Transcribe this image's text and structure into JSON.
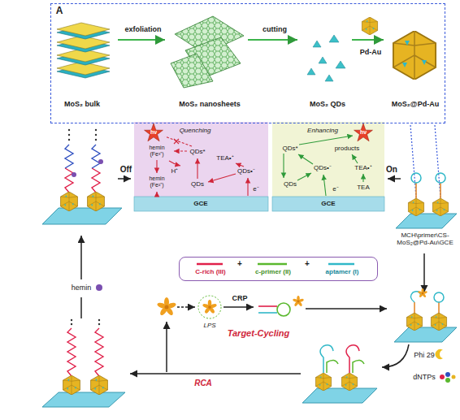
{
  "diagram": {
    "nodes": [
      {
        "text": [
          "A",
          "exfoliation",
          "cutting",
          "Pd-Au",
          "MoS₂ bulk",
          "MoS₂ nanosheets",
          "MoS₂ QDs",
          "MoS₂@Pd-Au"
        ]
      },
      {
        "text": [
          "hν",
          "Quenching",
          "hemin (Fe³⁺)",
          "QDs*",
          "H⁺",
          "TEA•⁺",
          "QDs•⁻",
          "QDs",
          "hemin (Fe²⁺)",
          "e⁻",
          "GCE"
        ]
      },
      {
        "text": [
          "Enhancing",
          "hν",
          "QDs*",
          "products",
          "QDs•⁻",
          "TEA•⁺",
          "QDs",
          "TEA",
          "e⁻",
          "GCE"
        ]
      }
    ],
    "labels": [
      "Off",
      "On",
      "MCH\\primer\\CS- MoS₂@Pd-Au\\GCE",
      "+",
      "+",
      "hemin",
      "LPS",
      "CRP",
      "Target-Cycling",
      "Phi 29",
      "dNTPs",
      "RCA"
    ],
    "legend": [
      {
        "text": "C-rich (III)"
      },
      {
        "text": "c-primer (II)"
      },
      {
        "text": "aptamer (I)"
      }
    ]
  }
}
